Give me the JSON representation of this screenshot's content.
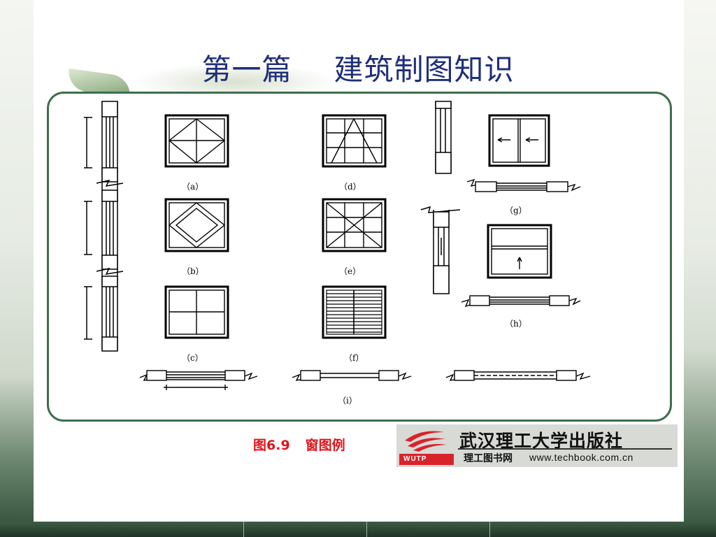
{
  "slide": {
    "title_part1": "第一篇",
    "title_part2": "建筑制图知识"
  },
  "figure": {
    "labels": {
      "a": "（a）",
      "b": "（b）",
      "c": "（c）",
      "d": "（d）",
      "e": "（e）",
      "f": "（f）",
      "g": "（g）",
      "h": "（h）",
      "i": "（i）"
    },
    "caption_number": "图6.9",
    "caption_text": "窗图例"
  },
  "publisher": {
    "name": "武汉理工大学出版社",
    "abbr": "WUTP",
    "site_name": "理工图书网",
    "url": "www.techbook.com.cn"
  },
  "colors": {
    "title": "#1f2f7a",
    "frame": "#3e6e4c",
    "caption": "#e1141b",
    "logo_red": "#d9232b"
  }
}
